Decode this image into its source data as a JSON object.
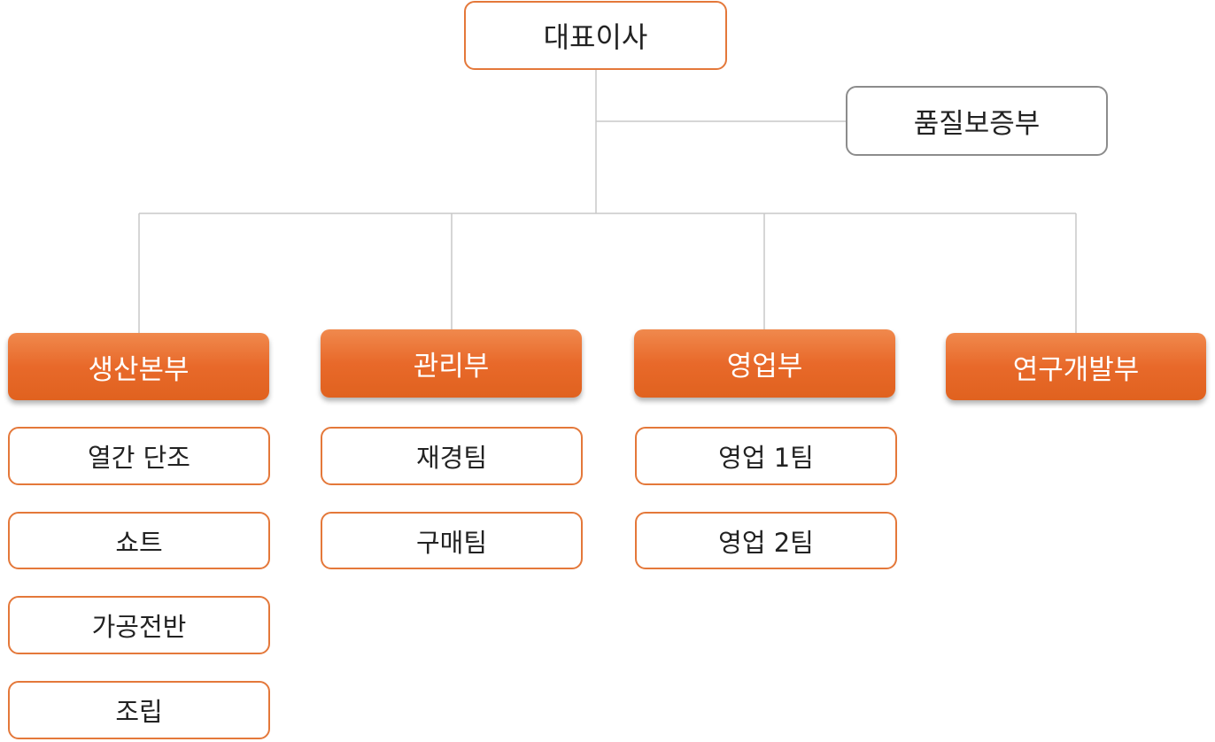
{
  "org_chart": {
    "ceo": "대표이사",
    "quality": "품질보증부",
    "departments": [
      {
        "name": "생산본부",
        "teams": [
          "열간 단조",
          "쇼트",
          "가공전반",
          "조립"
        ]
      },
      {
        "name": "관리부",
        "teams": [
          "재경팀",
          "구매팀"
        ]
      },
      {
        "name": "영업부",
        "teams": [
          "영업 1팀",
          "영업 2팀"
        ]
      },
      {
        "name": "연구개발부",
        "teams": []
      }
    ]
  },
  "colors": {
    "accent": "#e8692a",
    "outline": "#e4783a",
    "gray_border": "#8c8c8c",
    "connector": "#c8c8c8"
  }
}
